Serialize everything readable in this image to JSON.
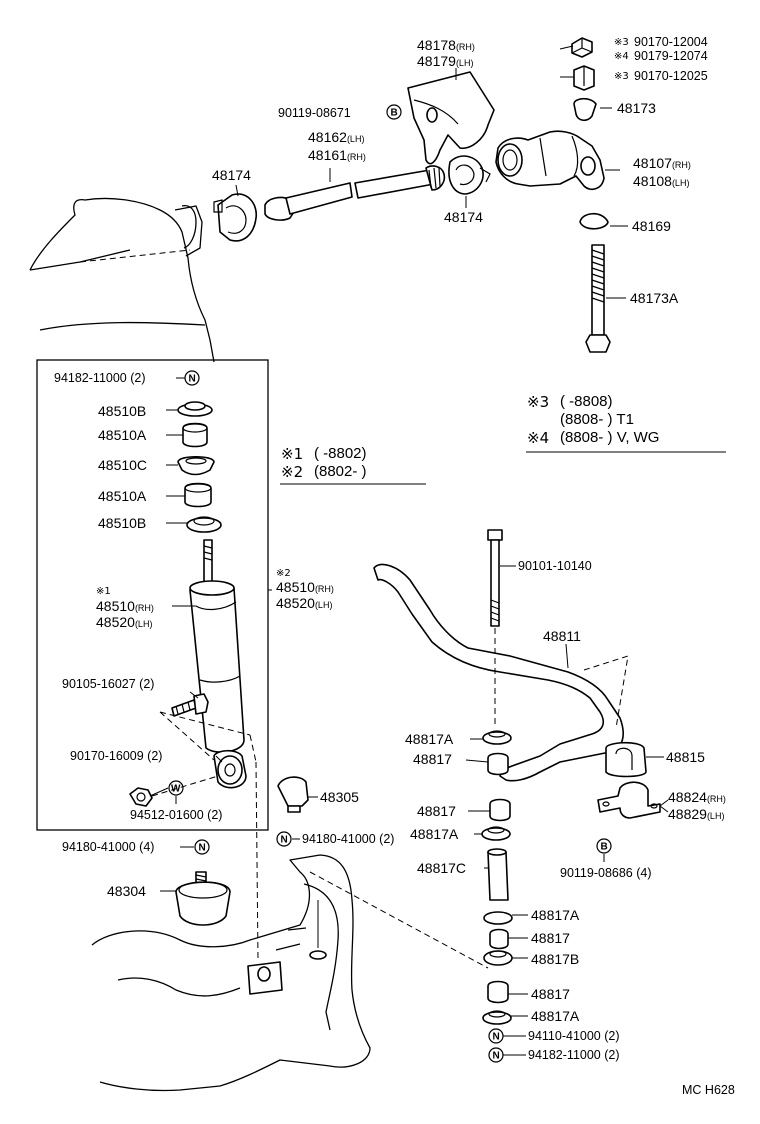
{
  "diagram": {
    "code": "MC  H628",
    "symbols": {
      "nut": "N",
      "bolt": "B",
      "washer": "W"
    },
    "notes_top": [
      {
        "mark": "※3",
        "text": "(        -8808)"
      },
      {
        "mark": "",
        "text": "(8808-          ) T1"
      },
      {
        "mark": "※4",
        "text": "(8808-          ) V,  WG"
      }
    ],
    "notes_mid": [
      {
        "mark": "※1",
        "text": "(        -8802)"
      },
      {
        "mark": "※2",
        "text": "(8802-          )"
      }
    ],
    "parts": {
      "p48178": {
        "num": "48178",
        "side": "(RH)"
      },
      "p48179": {
        "num": "48179",
        "side": "(LH)"
      },
      "p90170_12004": {
        "mark": "※3",
        "num": "90170-12004"
      },
      "p90179_12074": {
        "mark": "※4",
        "num": "90179-12074"
      },
      "p90170_12025": {
        "mark": "※3",
        "num": "90170-12025"
      },
      "p48173": "48173",
      "p90119_08671": "90119-08671",
      "p48162": {
        "num": "48162",
        "side": "(LH)"
      },
      "p48161": {
        "num": "48161",
        "side": "(RH)"
      },
      "p48174_left": "48174",
      "p48174_right": "48174",
      "p48107": {
        "num": "48107",
        "side": "(RH)"
      },
      "p48108": {
        "num": "48108",
        "side": "(LH)"
      },
      "p48169": "48169",
      "p48173A": "48173A",
      "p94182_11000_top": "94182-11000 (2)",
      "p48510B_1": "48510B",
      "p48510A_1": "48510A",
      "p48510C": "48510C",
      "p48510A_2": "48510A",
      "p48510B_2": "48510B",
      "p48510_left": {
        "mark": "※1",
        "num1": "48510",
        "side1": "(RH)",
        "num2": "48520",
        "side2": "(LH)"
      },
      "p48510_right": {
        "mark": "※2",
        "num1": "48510",
        "side1": "(RH)",
        "num2": "48520",
        "side2": "(LH)"
      },
      "p90105_16027": "90105-16027 (2)",
      "p90170_16009": "90170-16009 (2)",
      "p94512_01600": "94512-01600 (2)",
      "p48305": "48305",
      "p94180_41000_right": "94180-41000 (2)",
      "p94180_41000_left": "94180-41000 (4)",
      "p48304": "48304",
      "p90101_10140": "90101-10140",
      "p48811": "48811",
      "p48817A_1": "48817A",
      "p48817_1": "48817",
      "p48815": "48815",
      "p48817_2": "48817",
      "p48824": {
        "num": "48824",
        "side": "(RH)"
      },
      "p48829": {
        "num": "48829",
        "side": "(LH)"
      },
      "p48817A_2": "48817A",
      "p48817C": "48817C",
      "p90119_08686": "90119-08686 (4)",
      "p48817A_3": "48817A",
      "p48817_3": "48817",
      "p48817B": "48817B",
      "p48817_4": "48817",
      "p48817A_4": "48817A",
      "p94110_41000": "94110-41000 (2)",
      "p94182_11000_bottom": "94182-11000 (2)"
    }
  }
}
